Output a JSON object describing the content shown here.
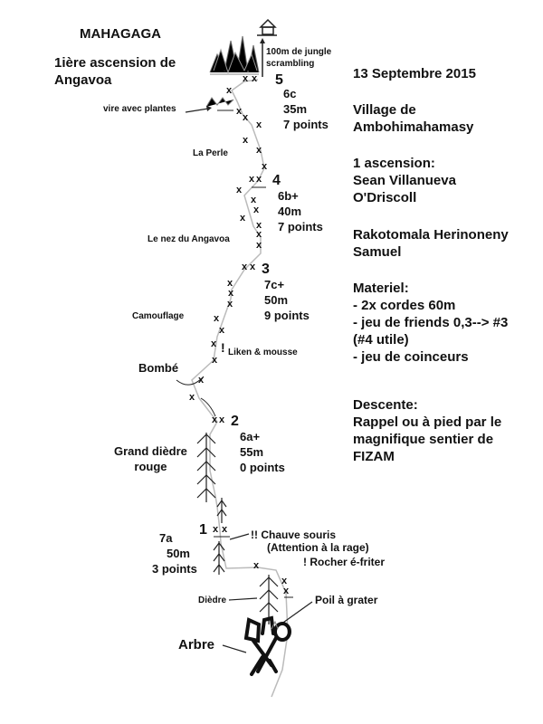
{
  "title": "MAHAGAGA",
  "subtitle": [
    "1ière ascension de",
    "Angavoa"
  ],
  "info": {
    "date": "13 Septembre 2015",
    "village": [
      "Village de",
      "Ambohimahamasy"
    ],
    "ascension": [
      "1 ascension:",
      "Sean Villanueva",
      "O'Driscoll"
    ],
    "team2": [
      "Rakotomala Herinoneny",
      "Samuel"
    ],
    "materiel": [
      "Materiel:",
      "- 2x cordes 60m",
      "- jeu de friends 0,3--> #3",
      "(#4 utile)",
      "- jeu de coinceurs"
    ],
    "descente": [
      "Descente:",
      "Rappel ou à pied par le",
      "magnifique sentier de",
      "FIZAM"
    ]
  },
  "pitches": [
    {
      "num": "5",
      "grade": "6c",
      "length": "35m",
      "points": "7 points"
    },
    {
      "num": "4",
      "grade": "6b+",
      "length": "40m",
      "points": "7 points"
    },
    {
      "num": "3",
      "grade": "7c+",
      "length": "50m",
      "points": "9 points"
    },
    {
      "num": "2",
      "grade": "6a+",
      "length": "55m",
      "points": "0 points"
    },
    {
      "num": "1",
      "grade": "7a",
      "length": "50m",
      "points": "3 points"
    }
  ],
  "labels": {
    "jungle": [
      "100m de jungle",
      "scrambling"
    ],
    "vire": "vire avec plantes",
    "perle": "La Perle",
    "nez": "Le nez du Angavoa",
    "camouflage": "Camouflage",
    "liken": "Liken & mousse",
    "bombe": "Bombé",
    "grand_diedre": [
      "Grand dièdre",
      "rouge"
    ],
    "chauve": [
      "!! Chauve souris",
      "(Attention à la rage)"
    ],
    "rocher": "! Rocher é-friter",
    "diedre": "Dièdre",
    "poil": "Poil à grater",
    "arbre": "Arbre",
    "bolt": "x",
    "excl": "!"
  }
}
